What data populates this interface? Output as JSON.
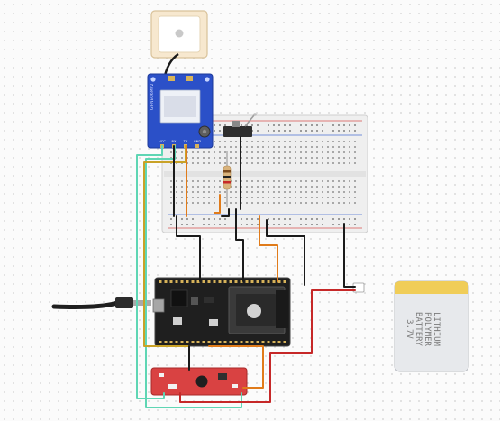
{
  "gps_module": {
    "side_label": "GY-NEO6MV2",
    "pin_labels": [
      "VCC",
      "RX",
      "TX",
      "GND"
    ]
  },
  "battery": {
    "label_lines": [
      "LITHIUM",
      "POLYMER",
      "BATTERY",
      "3.7V"
    ]
  },
  "wire_colors": {
    "black": "#1a1a1a",
    "orange": "#e07b1a",
    "red": "#c62828",
    "teal": "#5fd6b4",
    "yellow": "#c9a227"
  }
}
